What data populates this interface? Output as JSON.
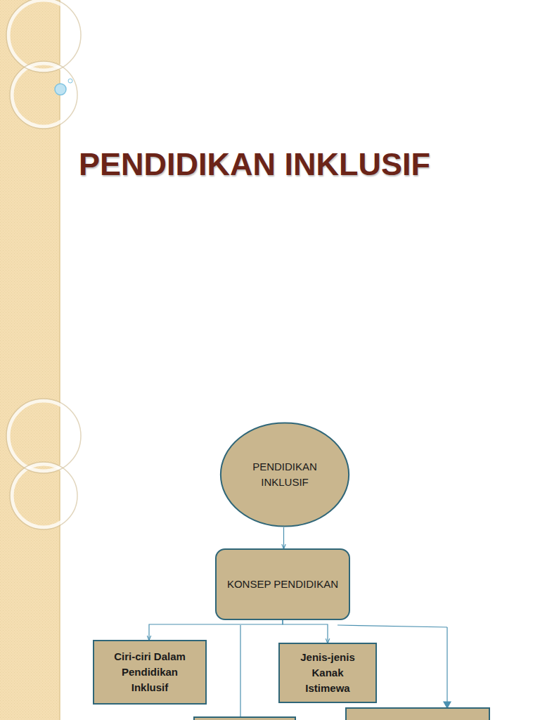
{
  "diagram": {
    "title": "PENDIDIKAN INKLUSIF",
    "nodes": [
      {
        "text": [
          "PENDIDIKAN INKLUSIF"
        ]
      },
      {
        "text": [
          "KONSEP PENDIDIKAN"
        ]
      },
      {
        "text": [
          "Ciri-ciri Dalam Pendidikan Inklusif"
        ]
      },
      {
        "text": [
          "Jenis-jenis Kanak Istimewa"
        ]
      }
    ],
    "edges": [
      {
        "from": 0,
        "to": 1,
        "arrow": "to"
      },
      {
        "from": 1,
        "to": 2,
        "arrow": "to"
      },
      {
        "from": 1,
        "to": 3,
        "arrow": "to"
      }
    ]
  }
}
